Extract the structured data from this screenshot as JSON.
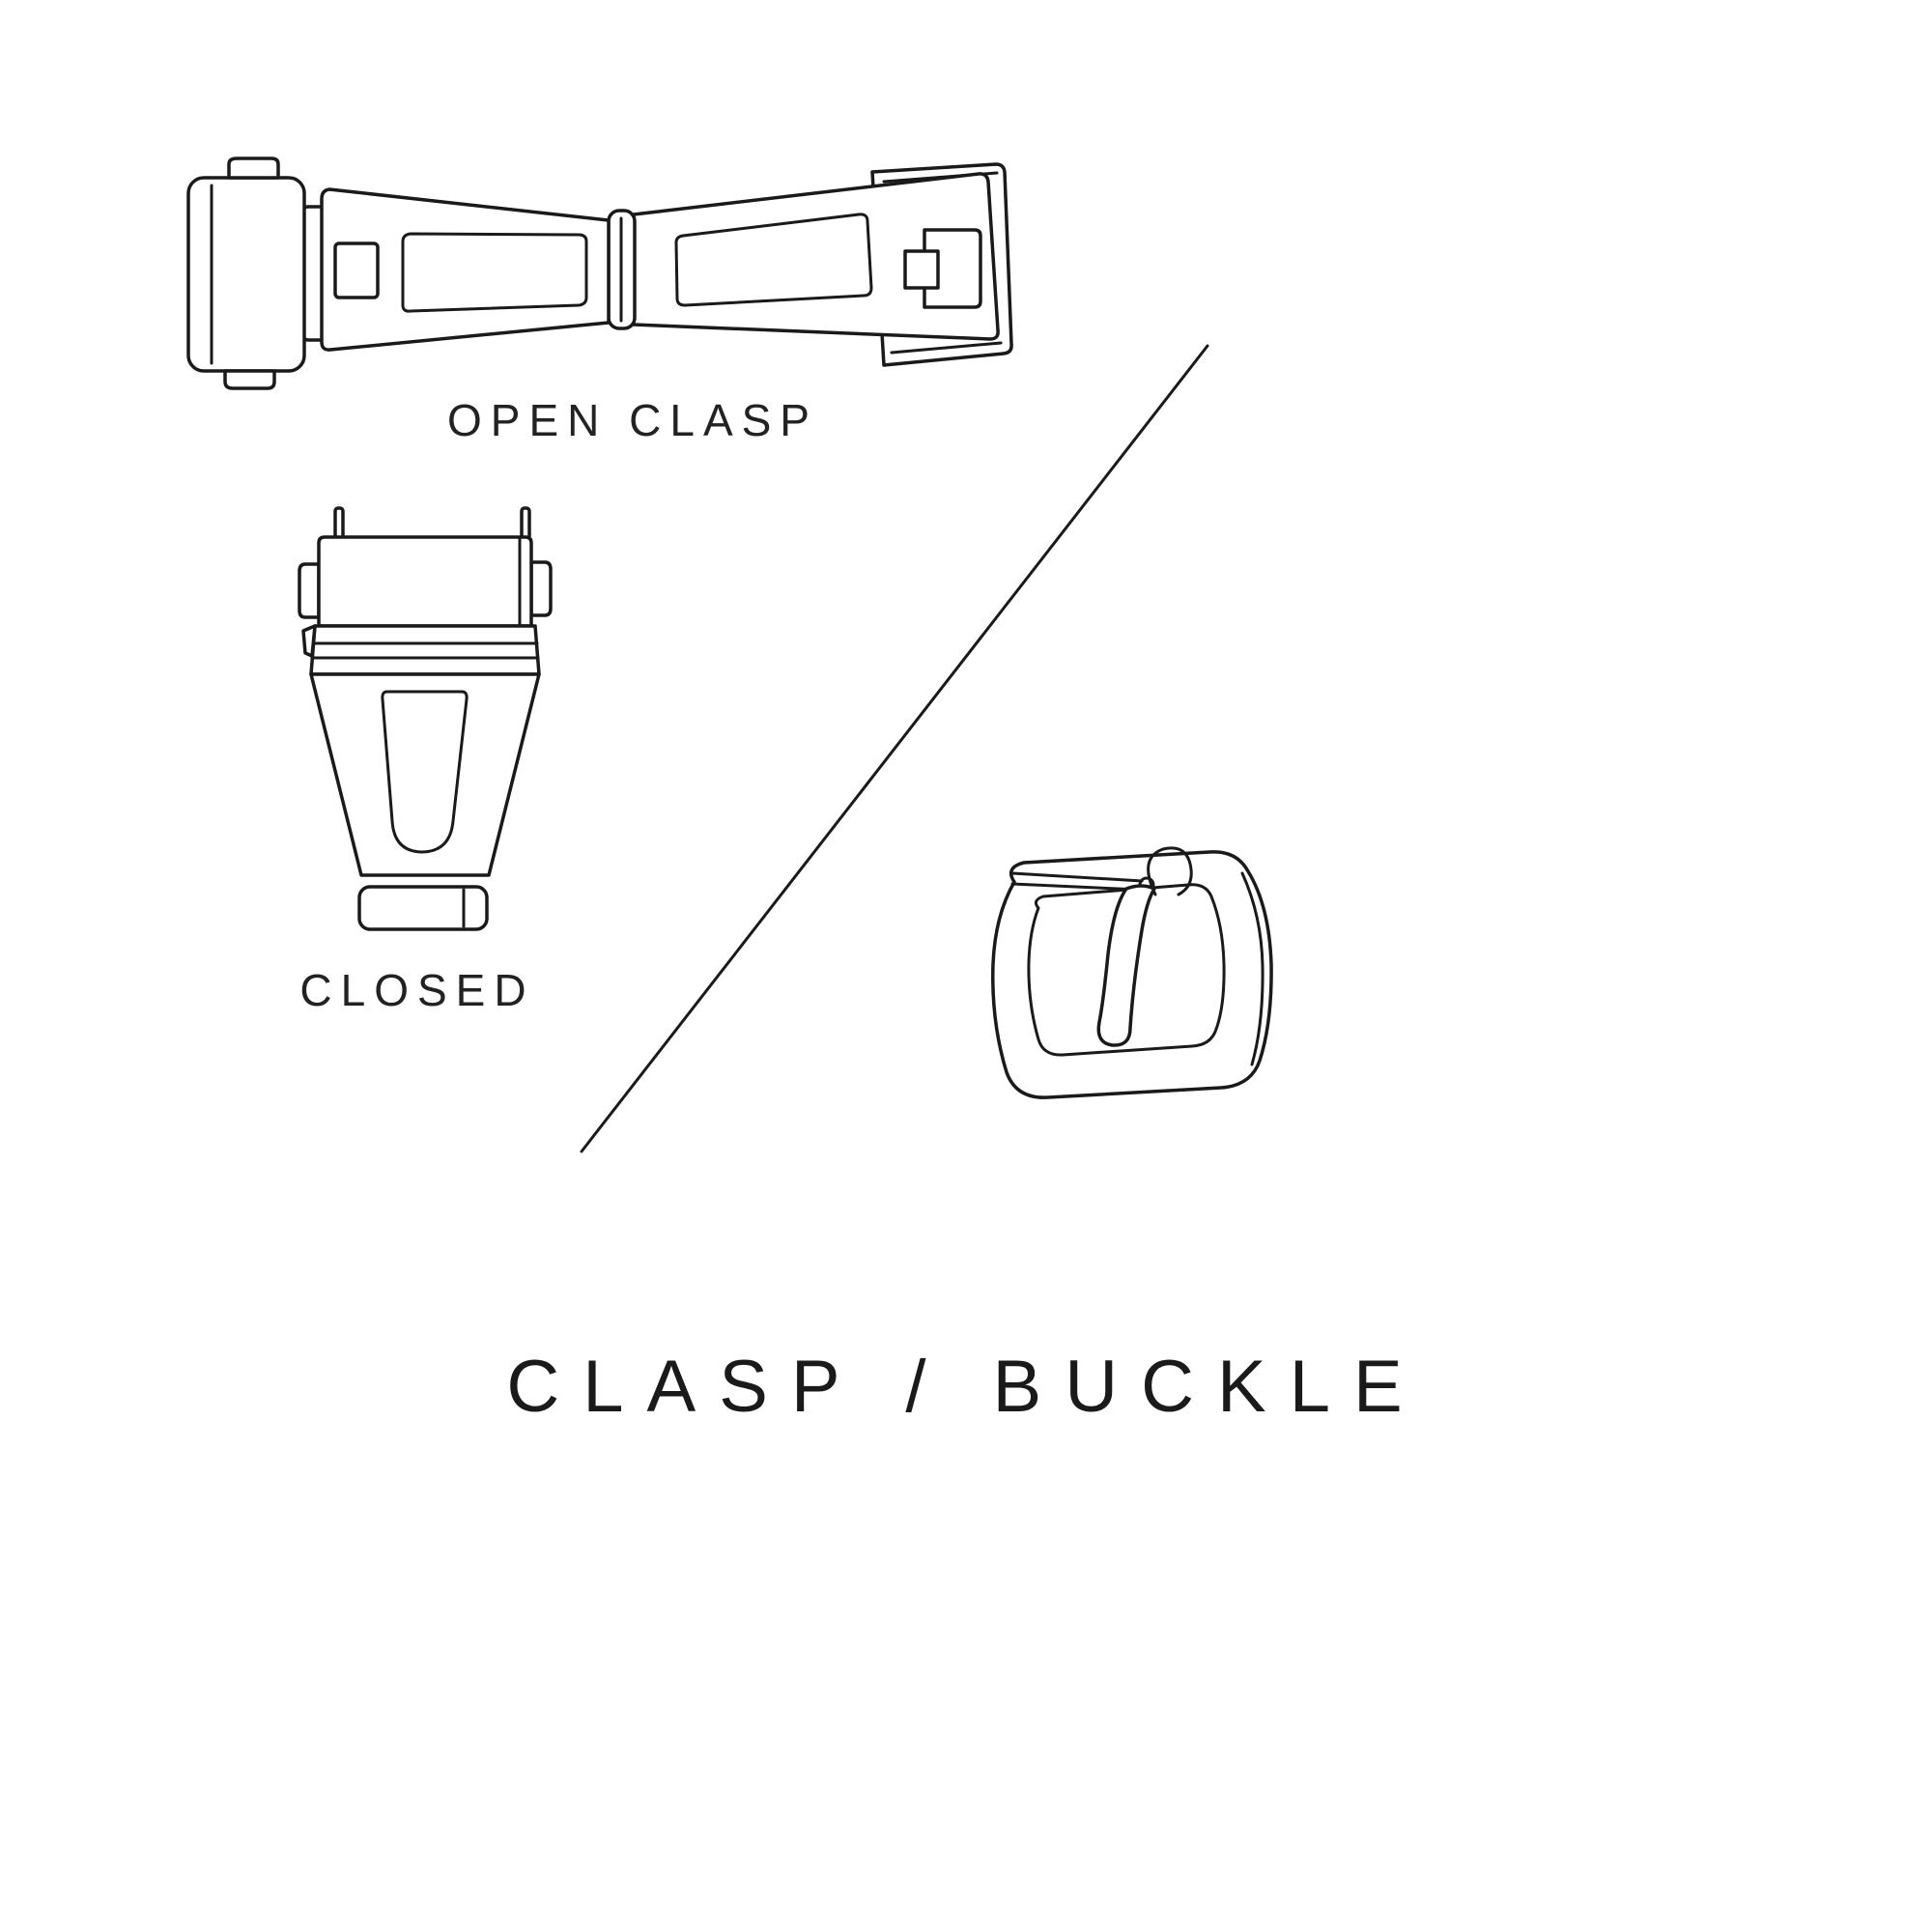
{
  "page": {
    "background": "#ffffff",
    "line_color": "#1a1a1a",
    "title": "CLASP / BUCKLE"
  },
  "labels": {
    "open_clasp": "OPEN CLASP",
    "closed": "CLOSED"
  },
  "illustrations": {
    "open_clasp": "open-deployant-clasp-illustration",
    "closed_clasp": "closed-deployant-clasp-illustration",
    "buckle": "pin-buckle-illustration",
    "divider": "diagonal-divider-line"
  }
}
